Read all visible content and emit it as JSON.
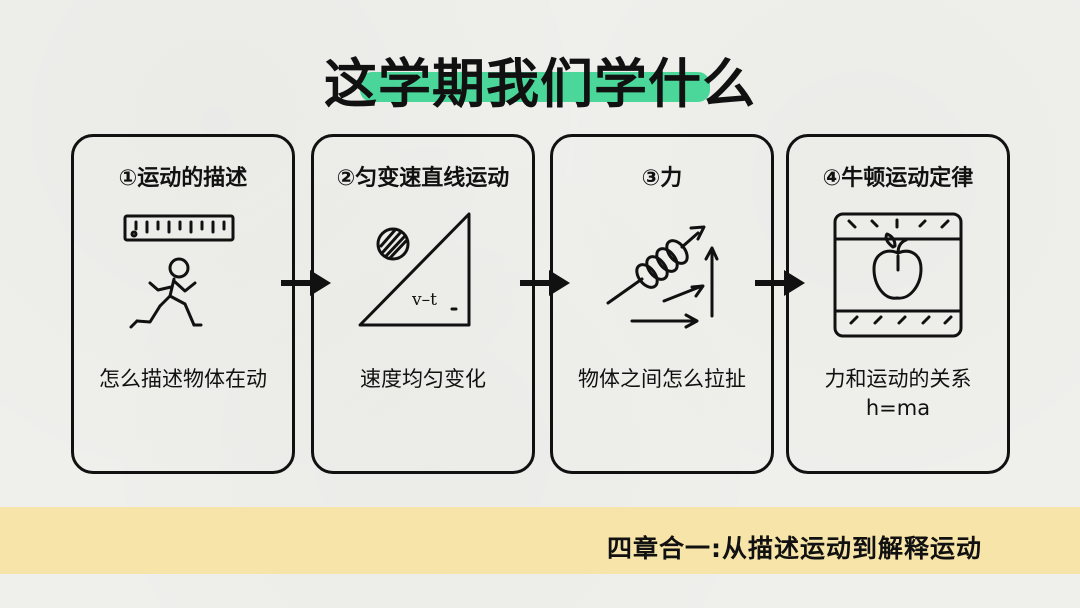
{
  "title": "这学期我们学什么",
  "cards": [
    {
      "title": "①运动的描述",
      "description": "怎么描述物体在动",
      "icon": "running-ruler-icon"
    },
    {
      "title": "②匀变速直线运动",
      "description": "速度均匀变化",
      "icon": "triangle-ball-vt-icon",
      "math_label": "v–t"
    },
    {
      "title": "③力",
      "description": "物体之间怎么拉扯",
      "icon": "spring-force-icon"
    },
    {
      "title": "④牛顿运动定律",
      "description": "力和运动的关系\nh=ma",
      "icon": "apple-frame-icon"
    }
  ],
  "footer": {
    "text": "四章合一:从描述运动到解释运动"
  },
  "colors": {
    "background": "#efefec",
    "title_highlight": "#2ed28c",
    "banner": "#f7e4a8",
    "ink": "#111111"
  }
}
